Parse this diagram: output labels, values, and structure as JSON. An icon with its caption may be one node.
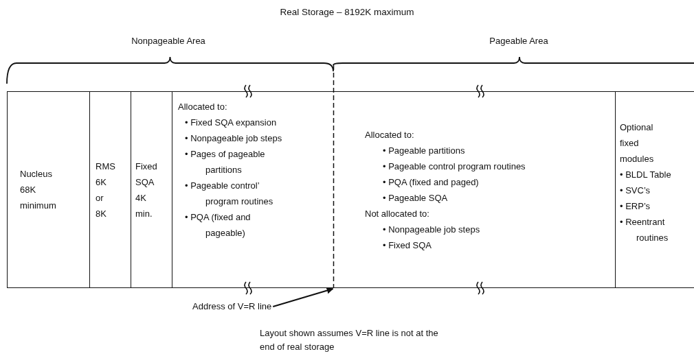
{
  "diagram": {
    "title": "Real Storage – 8192K maximum",
    "nodes": [
      {
        "text": [
          "Nucleus 68K minimum"
        ]
      },
      {
        "text": [
          "RMS 6K or 8K"
        ]
      },
      {
        "text": [
          "Fixed SQA 4K min."
        ]
      },
      {
        "text": [
          "Allocated to:",
          "• Fixed SQA expansion",
          "• Nonpageable job steps",
          "• Pages of pageable partitions",
          "• Pageable control’ program routines",
          "• PQA (fixed and pageable)"
        ]
      },
      {
        "text": [
          "Allocated to:",
          "• Pageable partitions",
          "• Pageable control program routines",
          "• PQA (fixed and paged)",
          "• Pageable SQA",
          "Not allocated to:",
          "• Nonpageable job steps",
          "• Fixed SQA"
        ]
      },
      {
        "text": [
          "Optional fixed modules",
          "• BLDL Table",
          "• SVC’s",
          "• ERP’s",
          "• Reentrant routines"
        ]
      },
      {
        "text": [
          "Address of V=R line"
        ]
      },
      {
        "text": [],
        "shape": "line"
      }
    ],
    "edges": [
      {
        "from": 6,
        "to": 7,
        "arrow": "to"
      }
    ],
    "labels": [
      "Nonpageable Area",
      "Pageable Area",
      "Layout shown assumes V=R line is not at the end of real storage"
    ]
  }
}
